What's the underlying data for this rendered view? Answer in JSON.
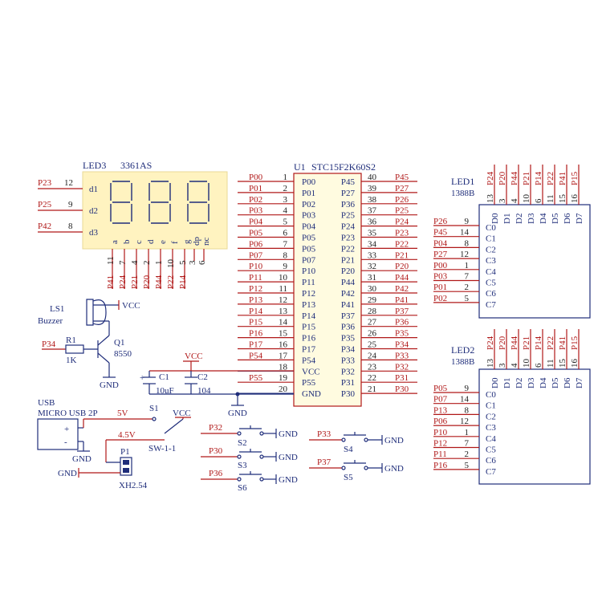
{
  "mcu": {
    "ref": "U1",
    "part": "STC15F2K60S2",
    "left_pins": [
      {
        "net": "P00",
        "num": "1",
        "name": "P00"
      },
      {
        "net": "P01",
        "num": "2",
        "name": "P01"
      },
      {
        "net": "P02",
        "num": "3",
        "name": "P02"
      },
      {
        "net": "P03",
        "num": "4",
        "name": "P03"
      },
      {
        "net": "P04",
        "num": "5",
        "name": "P04"
      },
      {
        "net": "P05",
        "num": "6",
        "name": "P05"
      },
      {
        "net": "P06",
        "num": "7",
        "name": "P05"
      },
      {
        "net": "P07",
        "num": "8",
        "name": "P07"
      },
      {
        "net": "P10",
        "num": "9",
        "name": "P10"
      },
      {
        "net": "P11",
        "num": "10",
        "name": "P11"
      },
      {
        "net": "P12",
        "num": "11",
        "name": "P12"
      },
      {
        "net": "P13",
        "num": "12",
        "name": "P13"
      },
      {
        "net": "P14",
        "num": "13",
        "name": "P14"
      },
      {
        "net": "P15",
        "num": "14",
        "name": "P15"
      },
      {
        "net": "P16",
        "num": "15",
        "name": "P16"
      },
      {
        "net": "P17",
        "num": "16",
        "name": "P17"
      },
      {
        "net": "P54",
        "num": "17",
        "name": "P54"
      },
      {
        "net": "",
        "num": "18",
        "name": "VCC"
      },
      {
        "net": "P55",
        "num": "19",
        "name": "P55"
      },
      {
        "net": "",
        "num": "20",
        "name": "GND"
      }
    ],
    "right_pins": [
      {
        "net": "P45",
        "num": "40",
        "name": "P45"
      },
      {
        "net": "P27",
        "num": "39",
        "name": "P27"
      },
      {
        "net": "P26",
        "num": "38",
        "name": "P36"
      },
      {
        "net": "P25",
        "num": "37",
        "name": "P25"
      },
      {
        "net": "P24",
        "num": "36",
        "name": "P24"
      },
      {
        "net": "P23",
        "num": "35",
        "name": "P23"
      },
      {
        "net": "P22",
        "num": "34",
        "name": "P22"
      },
      {
        "net": "P21",
        "num": "33",
        "name": "P21"
      },
      {
        "net": "P20",
        "num": "32",
        "name": "P20"
      },
      {
        "net": "P44",
        "num": "31",
        "name": "P44"
      },
      {
        "net": "P42",
        "num": "30",
        "name": "P42"
      },
      {
        "net": "P41",
        "num": "29",
        "name": "P41"
      },
      {
        "net": "P37",
        "num": "28",
        "name": "P37"
      },
      {
        "net": "P36",
        "num": "27",
        "name": "P36"
      },
      {
        "net": "P35",
        "num": "26",
        "name": "P35"
      },
      {
        "net": "P34",
        "num": "25",
        "name": "P34"
      },
      {
        "net": "P33",
        "num": "24",
        "name": "P33"
      },
      {
        "net": "P32",
        "num": "23",
        "name": "P32"
      },
      {
        "net": "P31",
        "num": "22",
        "name": "P31"
      },
      {
        "net": "P30",
        "num": "21",
        "name": "P30"
      }
    ]
  },
  "led3": {
    "ref": "LED3",
    "part": "3361AS",
    "digit_pins": [
      {
        "net": "P23",
        "num": "12",
        "name": "d1"
      },
      {
        "net": "P25",
        "num": "9",
        "name": "d2"
      },
      {
        "net": "P42",
        "num": "8",
        "name": "d3"
      }
    ],
    "segment_pins": [
      {
        "net": "P41",
        "num": "11",
        "name": "a"
      },
      {
        "net": "P24",
        "num": "7",
        "name": "b"
      },
      {
        "net": "P21",
        "num": "4",
        "name": "c"
      },
      {
        "net": "P20",
        "num": "2",
        "name": "d"
      },
      {
        "net": "P44",
        "num": "1",
        "name": "e"
      },
      {
        "net": "P22",
        "num": "10",
        "name": "f"
      },
      {
        "net": "P14",
        "num": "5",
        "name": "g"
      },
      {
        "net": "",
        "num": "3",
        "name": "dp"
      },
      {
        "net": "",
        "num": "6",
        "name": "nc"
      }
    ]
  },
  "led1": {
    "ref": "LED1",
    "part": "1388B",
    "top_pins": [
      {
        "net": "P24",
        "num": "13",
        "name": "D0"
      },
      {
        "net": "P20",
        "num": "3",
        "name": "D1"
      },
      {
        "net": "P44",
        "num": "4",
        "name": "D2"
      },
      {
        "net": "P21",
        "num": "10",
        "name": "D3"
      },
      {
        "net": "P14",
        "num": "6",
        "name": "D4"
      },
      {
        "net": "P22",
        "num": "11",
        "name": "D5"
      },
      {
        "net": "P41",
        "num": "15",
        "name": "D6"
      },
      {
        "net": "P15",
        "num": "16",
        "name": "D7"
      }
    ],
    "left_pins": [
      {
        "net": "P26",
        "num": "9",
        "name": "C0"
      },
      {
        "net": "P45",
        "num": "14",
        "name": "C1"
      },
      {
        "net": "P04",
        "num": "8",
        "name": "C2"
      },
      {
        "net": "P27",
        "num": "12",
        "name": "C3"
      },
      {
        "net": "P00",
        "num": "1",
        "name": "C4"
      },
      {
        "net": "P03",
        "num": "7",
        "name": "C5"
      },
      {
        "net": "P01",
        "num": "2",
        "name": "C6"
      },
      {
        "net": "P02",
        "num": "5",
        "name": "C7"
      }
    ]
  },
  "led2": {
    "ref": "LED2",
    "part": "1388B",
    "top_pins": [
      {
        "net": "P24",
        "num": "13",
        "name": "D0"
      },
      {
        "net": "P20",
        "num": "3",
        "name": "D1"
      },
      {
        "net": "P44",
        "num": "4",
        "name": "D2"
      },
      {
        "net": "P21",
        "num": "10",
        "name": "D3"
      },
      {
        "net": "P14",
        "num": "6",
        "name": "D4"
      },
      {
        "net": "P22",
        "num": "11",
        "name": "D5"
      },
      {
        "net": "P41",
        "num": "15",
        "name": "D6"
      },
      {
        "net": "P15",
        "num": "16",
        "name": "D7"
      }
    ],
    "left_pins": [
      {
        "net": "P05",
        "num": "9",
        "name": "C0"
      },
      {
        "net": "P07",
        "num": "14",
        "name": "C1"
      },
      {
        "net": "P13",
        "num": "8",
        "name": "C2"
      },
      {
        "net": "P06",
        "num": "12",
        "name": "C3"
      },
      {
        "net": "P10",
        "num": "1",
        "name": "C4"
      },
      {
        "net": "P12",
        "num": "7",
        "name": "C5"
      },
      {
        "net": "P11",
        "num": "2",
        "name": "C6"
      },
      {
        "net": "P16",
        "num": "5",
        "name": "C7"
      }
    ]
  },
  "buzzer": {
    "ref": "LS1",
    "name": "Buzzer",
    "vcc": "VCC",
    "resistor_ref": "R1",
    "resistor_value": "1K",
    "resistor_net": "P34",
    "transistor_ref": "Q1",
    "transistor_part": "8550",
    "gnd": "GND"
  },
  "caps": {
    "vcc": "VCC",
    "c1_ref": "C1",
    "c1_value": "10uF",
    "c2_ref": "C2",
    "c2_value": "104",
    "plus": "+",
    "gnd": "GND"
  },
  "usb": {
    "title": "USB",
    "label": "MICRO USB 2P",
    "v5": "5V",
    "plus": "+",
    "minus": "-",
    "gnd": "GND"
  },
  "switch": {
    "s1": "S1",
    "vcc": "VCC",
    "v45": "4.5V",
    "name": "SW-1-1"
  },
  "header": {
    "ref": "P1",
    "part": "XH2.54",
    "gnd": "GND"
  },
  "buttons": [
    {
      "net": "P32",
      "ref": "S2",
      "gnd": "GND"
    },
    {
      "net": "P30",
      "ref": "S3",
      "gnd": "GND"
    },
    {
      "net": "P36",
      "ref": "S6",
      "gnd": "GND"
    },
    {
      "net": "P33",
      "ref": "S4",
      "gnd": "GND"
    },
    {
      "net": "P37",
      "ref": "S5",
      "gnd": "GND"
    }
  ]
}
